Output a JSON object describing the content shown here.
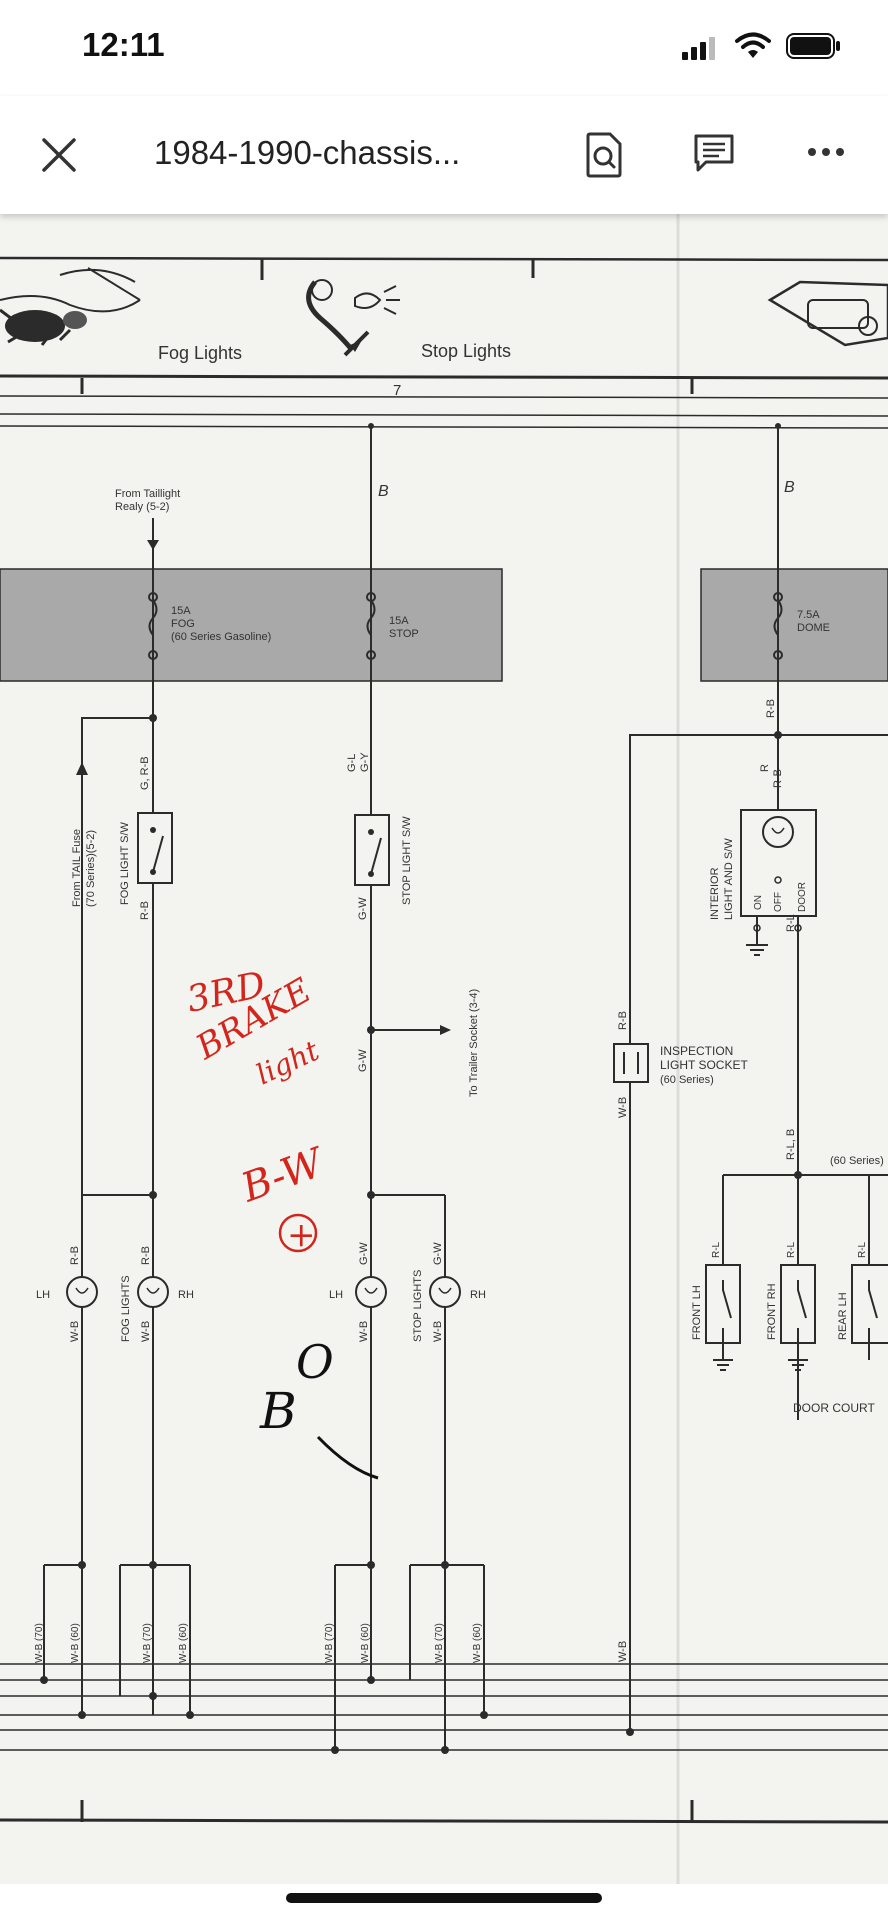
{
  "status_bar": {
    "time": "12:11"
  },
  "toolbar": {
    "close_icon": "close-icon",
    "title": "1984-1990-chassis...",
    "find_icon": "document-search-icon",
    "comment_icon": "comment-icon",
    "more_icon": "more-icon"
  },
  "diagram": {
    "header": {
      "fog": "Fog Lights",
      "stop": "Stop Lights",
      "column": "7"
    },
    "wires": {
      "b1": "B",
      "b2": "B",
      "rb_dome": "R-B",
      "r_rb": "R",
      "r_rb2": "R-B",
      "rl": "R-L",
      "rl_b": "R-L, B",
      "rb_insp": "R-B",
      "wb_insp": "W-B",
      "wb_bottom": "W-B",
      "gl": "G-L",
      "gy": "G-Y",
      "gw1": "G-W",
      "gw2": "G-W",
      "g_rb": "G, R-B",
      "rb_fog": "R-B"
    },
    "from_taillight": [
      "From Taillight",
      "Realy (5-2)"
    ],
    "from_tail_fuse": [
      "From TAIL Fuse",
      "(70 Series)(5-2)"
    ],
    "fuses": {
      "fog": [
        "15A",
        "FOG",
        "(60 Series Gasoline)"
      ],
      "stop": [
        "15A",
        "STOP"
      ],
      "dome": [
        "7.5A",
        "DOME"
      ]
    },
    "switches": {
      "fog": "FOG LIGHT S/W",
      "stop": "STOP LIGHT S/W",
      "interior": [
        "INTERIOR",
        "LIGHT AND S/W"
      ],
      "interior_positions": [
        "ON",
        "OFF",
        "DOOR"
      ]
    },
    "to_trailer": "To Trailer Socket (3-4)",
    "inspection": [
      "INSPECTION",
      "LIGHT SOCKET",
      "(60 Series)"
    ],
    "series_60": "(60 Series)",
    "lamps": {
      "fog_label": "FOG LIGHTS",
      "stop_label": "STOP LIGHTS",
      "lh": "LH",
      "rh": "RH",
      "rb": "R-B",
      "wb": "W-B",
      "gw": "G-W"
    },
    "door_switches": [
      "FRONT LH",
      "FRONT RH",
      "REAR LH"
    ],
    "door_courtesy": "DOOR COURT",
    "bottom_wires": [
      "W-B (70)",
      "W-B (60)",
      "W-B (70)",
      "W-B (60)",
      "W-B (70)",
      "W-B (60)",
      "W-B (70)",
      "W-B (60)"
    ],
    "handwriting": {
      "red1": "3RD",
      "red2": "BRAKE",
      "red3": "light",
      "red4": "B-W",
      "red5": "+",
      "black1": "O",
      "black2": "B",
      "black3": "/"
    }
  },
  "colors": {
    "gray_band": "#a9a9a9",
    "ink": "#2b2b2b",
    "red_ink": "#d2261d"
  }
}
